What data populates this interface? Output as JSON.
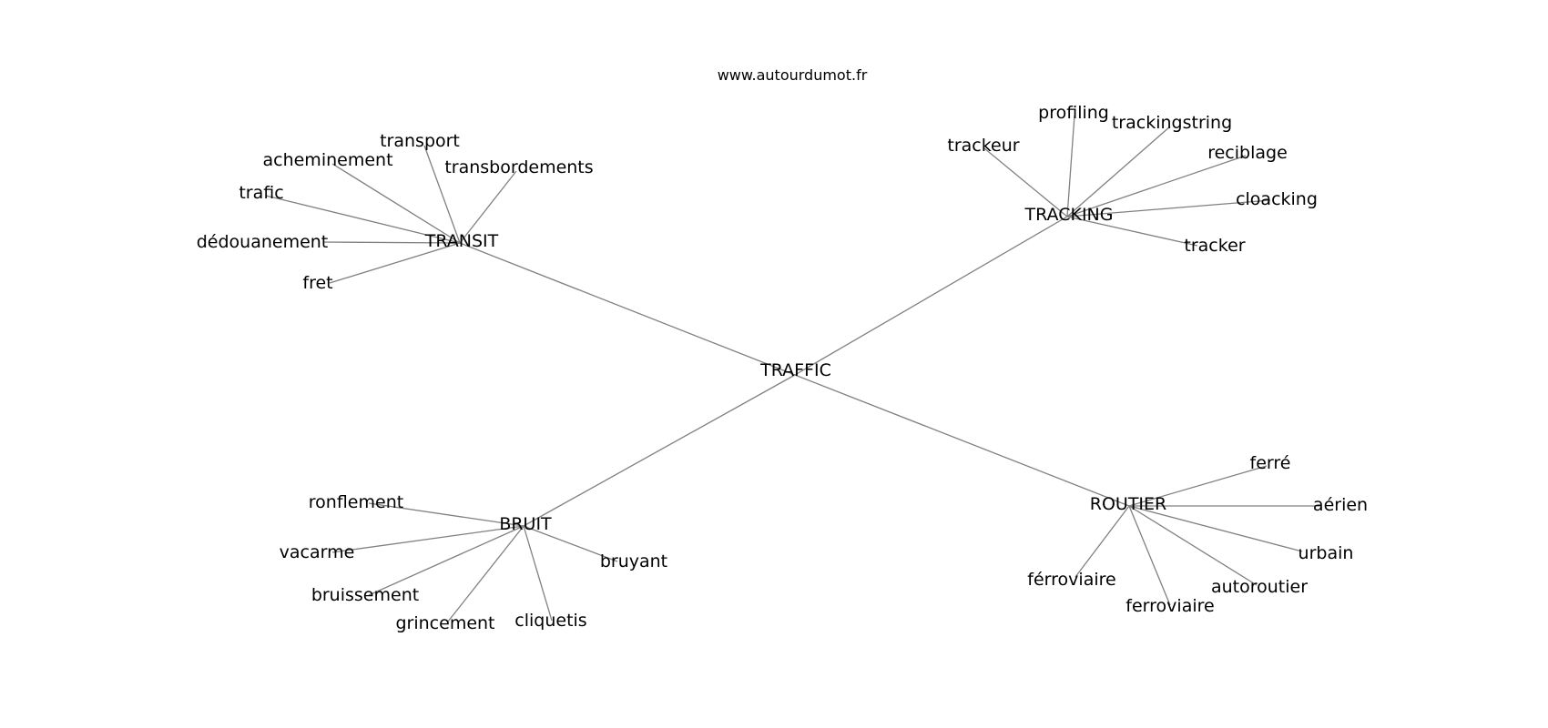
{
  "credit": "www.autourdumot.fr",
  "root": {
    "label": "TRAFFIC",
    "groups": [
      {
        "label": "TRANSIT",
        "children": [
          "transport",
          "acheminement",
          "transbordements",
          "trafic",
          "dédouanement",
          "fret"
        ]
      },
      {
        "label": "TRACKING",
        "children": [
          "profiling",
          "trackingstring",
          "trackeur",
          "reciblage",
          "cloacking",
          "tracker"
        ]
      },
      {
        "label": "BRUIT",
        "children": [
          "ronflement",
          "vacarme",
          "bruissement",
          "grincement",
          "cliquetis",
          "bruyant"
        ]
      },
      {
        "label": "ROUTIER",
        "children": [
          "ferré",
          "aérien",
          "urbain",
          "autoroutier",
          "ferroviaire",
          "férroviaire"
        ]
      }
    ]
  }
}
